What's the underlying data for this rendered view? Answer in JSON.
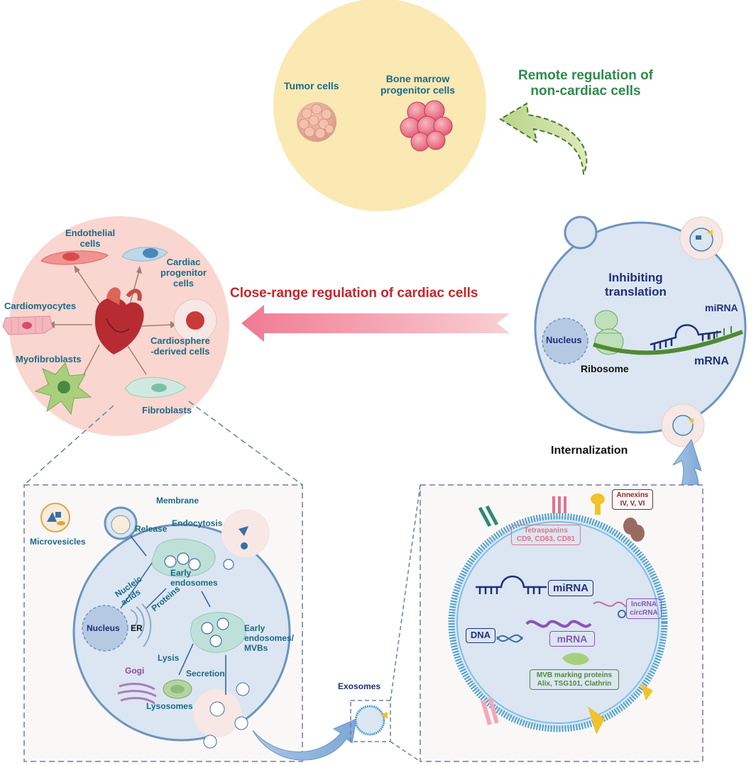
{
  "top": {
    "tumor": "Tumor cells",
    "bone_marrow": "Bone marrow\nprogenitor cells",
    "remote_regulation": "Remote regulation of\nnon-cardiac cells"
  },
  "cardiac": {
    "endothelial": "Endothelial\ncells",
    "progenitor": "Cardiac\nprogenitor\ncells",
    "cardiomyocytes": "Cardiomyocytes",
    "cardiosphere": "Cardiosphere\n-derived cells",
    "myofibroblasts": "Myofibroblasts",
    "fibroblasts": "Fibroblasts"
  },
  "close_range": "Close-range regulation of cardiac cells",
  "recipient": {
    "inhibiting": "Inhibiting\ntranslation",
    "nucleus": "Nucleus",
    "ribosome": "Ribosome",
    "mirna": "miRNA",
    "mrna": "mRNA",
    "internalization": "Internalization"
  },
  "biogenesis": {
    "membrane": "Membrane",
    "microvesicles": "Microvesicles",
    "release": "Release",
    "endocytosis": "Endocytosis",
    "early_endosomes": "Early\nendosomes",
    "nucleic_acids": "Nucleic\nacids",
    "proteins": "Proteins",
    "nucleus": "Nucleus",
    "er": "ER",
    "early_endosomes_mvbs": "Early\nendosomes/\nMVBs",
    "lysis": "Lysis",
    "secretion": "Secretion",
    "gogi": "Gogi",
    "lysosomes": "Lysosomes"
  },
  "exosomes": "Exosomes",
  "exosome_detail": {
    "annexins": "Annexins\nIV, V, VI",
    "tetraspanins": "Tetraspanins\nCD9, CD63, CD81",
    "mirna": "miRNA",
    "lncrna": "lncRNA\ncircRNA",
    "dna": "DNA",
    "mrna": "mRNA",
    "mvb": "MVB marking proteins\nAlix, TSG101, Clathrin"
  },
  "colors": {
    "teal_text": "#1b6a86",
    "red_text": "#c8242a",
    "green_text": "#2f8a4a",
    "navy_text": "#1f2f7a",
    "cream_circle": "#fbe9b4",
    "pink_circle": "#f9d6cf",
    "blue_cell": "#dbe6f2"
  }
}
